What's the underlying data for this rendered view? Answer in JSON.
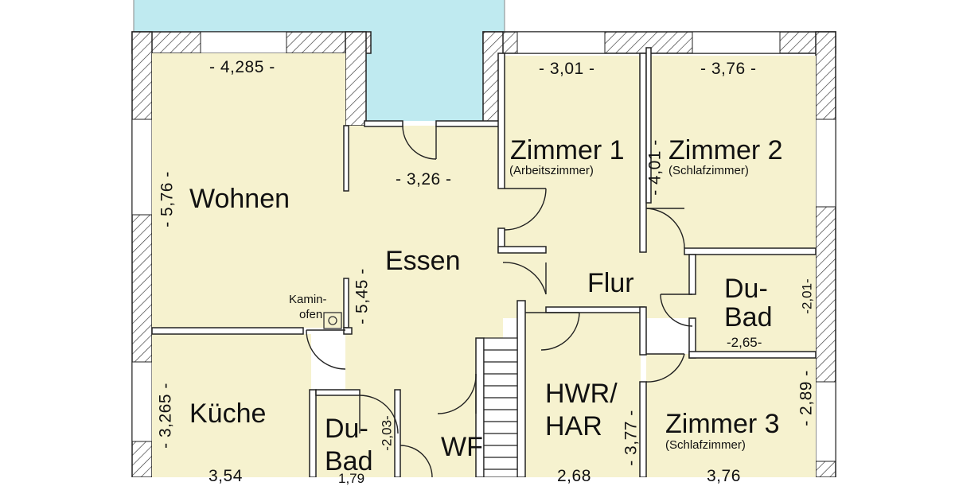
{
  "rooms": {
    "wohnen": "Wohnen",
    "essen": "Essen",
    "zimmer1": "Zimmer 1",
    "zimmer1_sub": "(Arbeitszimmer)",
    "zimmer2": "Zimmer 2",
    "zimmer2_sub": "(Schlafzimmer)",
    "flur": "Flur",
    "dubad_right_1": "Du-",
    "dubad_right_2": "Bad",
    "kueche": "Küche",
    "dubad_left_1": "Du-",
    "dubad_left_2": "Bad",
    "wf": "WF",
    "hwr_1": "HWR/",
    "hwr_2": "HAR",
    "zimmer3": "Zimmer 3",
    "zimmer3_sub": "(Schlafzimmer)",
    "kaminofen_1": "Kamin-",
    "kaminofen_2": "ofen"
  },
  "dimensions": {
    "wohnen_width": "- 4,285 -",
    "wohnen_height": "- 5,76 -",
    "essen_width": "- 3,26 -",
    "essen_height": "- 5,45 -",
    "zimmer1_width": "- 3,01 -",
    "zimmer2_width": "- 3,76 -",
    "zimmer_height": "- 4,01 -",
    "dubad_right_height": "-2,01-",
    "dubad_right_width": "-2,65-",
    "kueche_height": "- 3,265 -",
    "dubad_left_height": "-2,03-",
    "hwr_height": "- 3,77 -",
    "zimmer3_height": "- 2,89 -",
    "kueche_width_partial": "3,54",
    "dubad_left_width_partial": "1,79",
    "hwr_width_partial": "2,68",
    "zimmer3_width_partial": "3,76"
  },
  "colors": {
    "room_fill": "#f6f2cf",
    "terrace_fill": "#bfeaf0",
    "wall_fill": "#ffffff",
    "wall_line": "#222222"
  }
}
